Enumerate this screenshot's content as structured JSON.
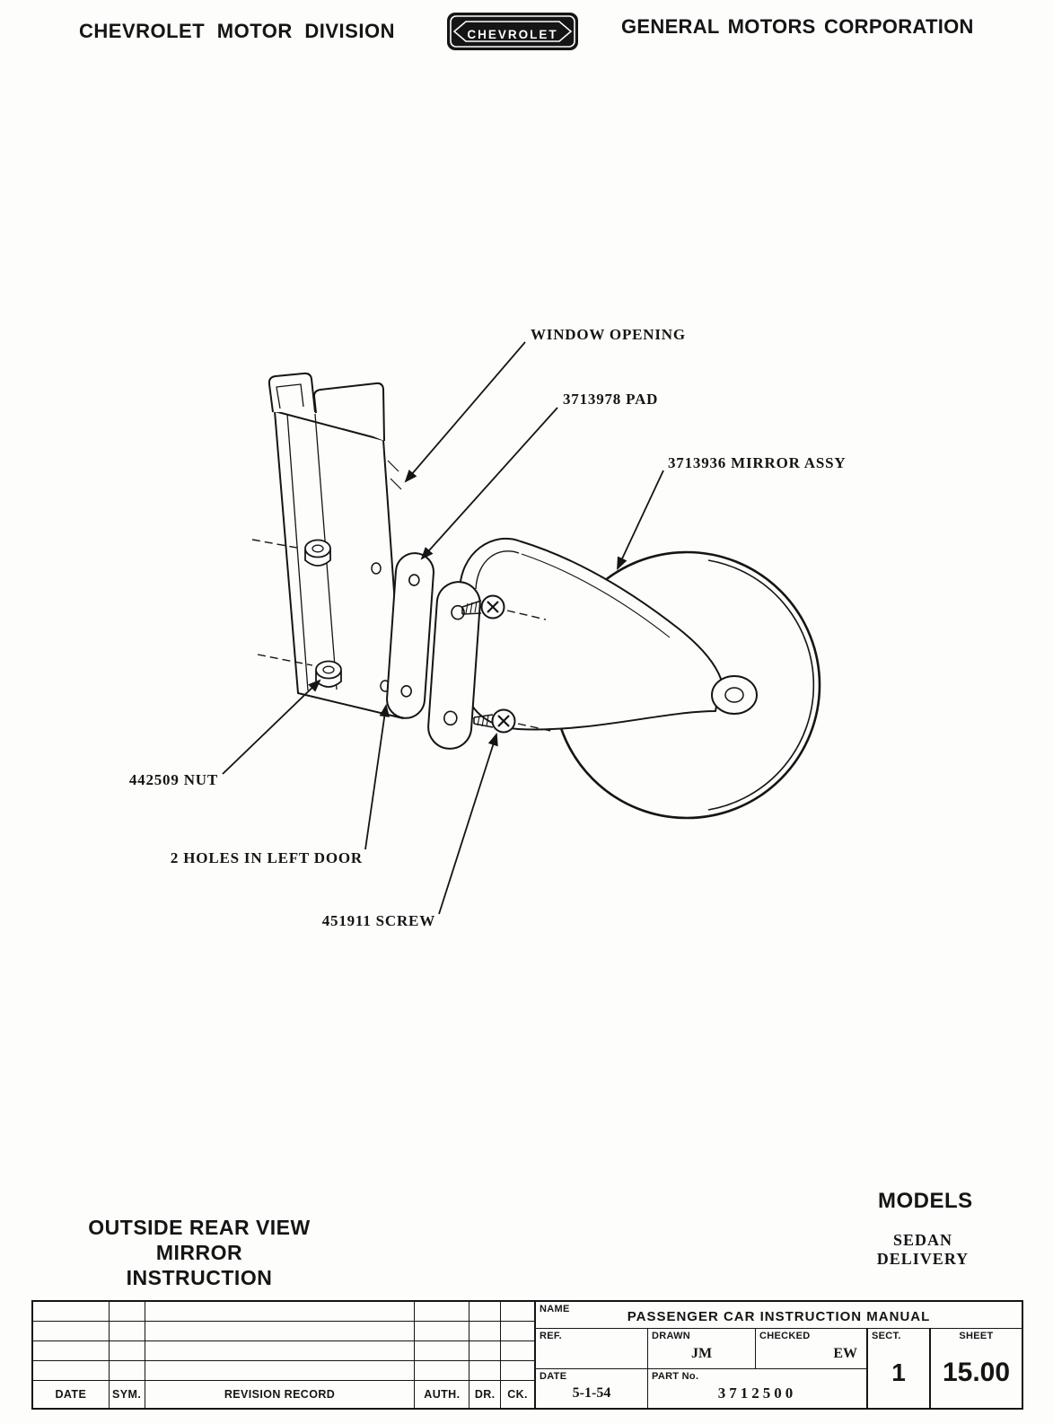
{
  "header": {
    "division": "CHEVROLET MOTOR DIVISION",
    "logo_text": "CHEVROLET",
    "corporation": "GENERAL MOTORS CORPORATION"
  },
  "diagram": {
    "callouts": {
      "window_opening": "WINDOW OPENING",
      "pad": "3713978 PAD",
      "mirror_assy": "3713936 MIRROR ASSY",
      "nut": "442509 NUT",
      "holes": "2 HOLES IN LEFT DOOR",
      "screw": "451911 SCREW"
    }
  },
  "footer": {
    "title_line1": "OUTSIDE REAR VIEW MIRROR",
    "title_line2": "INSTRUCTION",
    "models_label": "MODELS",
    "models_value": "SEDAN DELIVERY"
  },
  "title_block": {
    "name_label": "NAME",
    "name_value": "PASSENGER CAR INSTRUCTION MANUAL",
    "ref_label": "REF.",
    "drawn_label": "DRAWN",
    "drawn_value": "JM",
    "checked_label": "CHECKED",
    "checked_value": "EW",
    "sect_label": "SECT.",
    "sect_value": "1",
    "sheet_label": "SHEET",
    "sheet_value": "15.00",
    "date_label": "DATE",
    "date_value": "5-1-54",
    "part_label": "PART No.",
    "part_value": "3712500",
    "revision_headers": {
      "date": "DATE",
      "sym": "SYM.",
      "record": "REVISION RECORD",
      "auth": "AUTH.",
      "dr": "DR.",
      "ck": "CK."
    }
  }
}
